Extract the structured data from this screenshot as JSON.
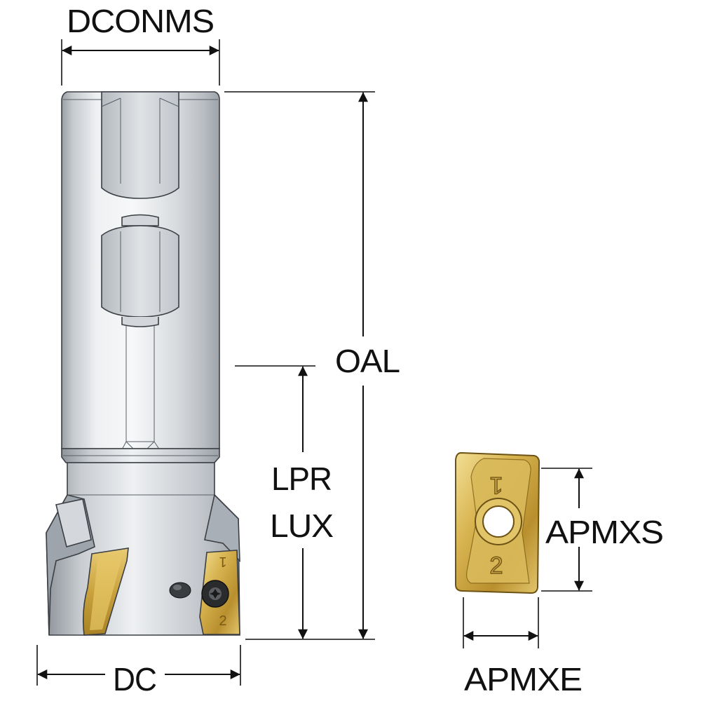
{
  "labels": {
    "dconms": "DCONMS",
    "oal": "OAL",
    "lpr": "LPR",
    "lux": "LUX",
    "dc": "DC",
    "apmxs": "APMXS",
    "apmxe": "APMXE"
  },
  "insert_markings": {
    "edge_1": "1",
    "edge_2": "2"
  },
  "colors": {
    "steel_light": "#e9ebee",
    "steel_mid": "#c3c7cc",
    "steel_dark": "#8e949b",
    "insert_gold_light": "#efd98a",
    "insert_gold": "#cfab45",
    "insert_gold_dark": "#8f6d1c",
    "dimension_ink": "#111111"
  }
}
